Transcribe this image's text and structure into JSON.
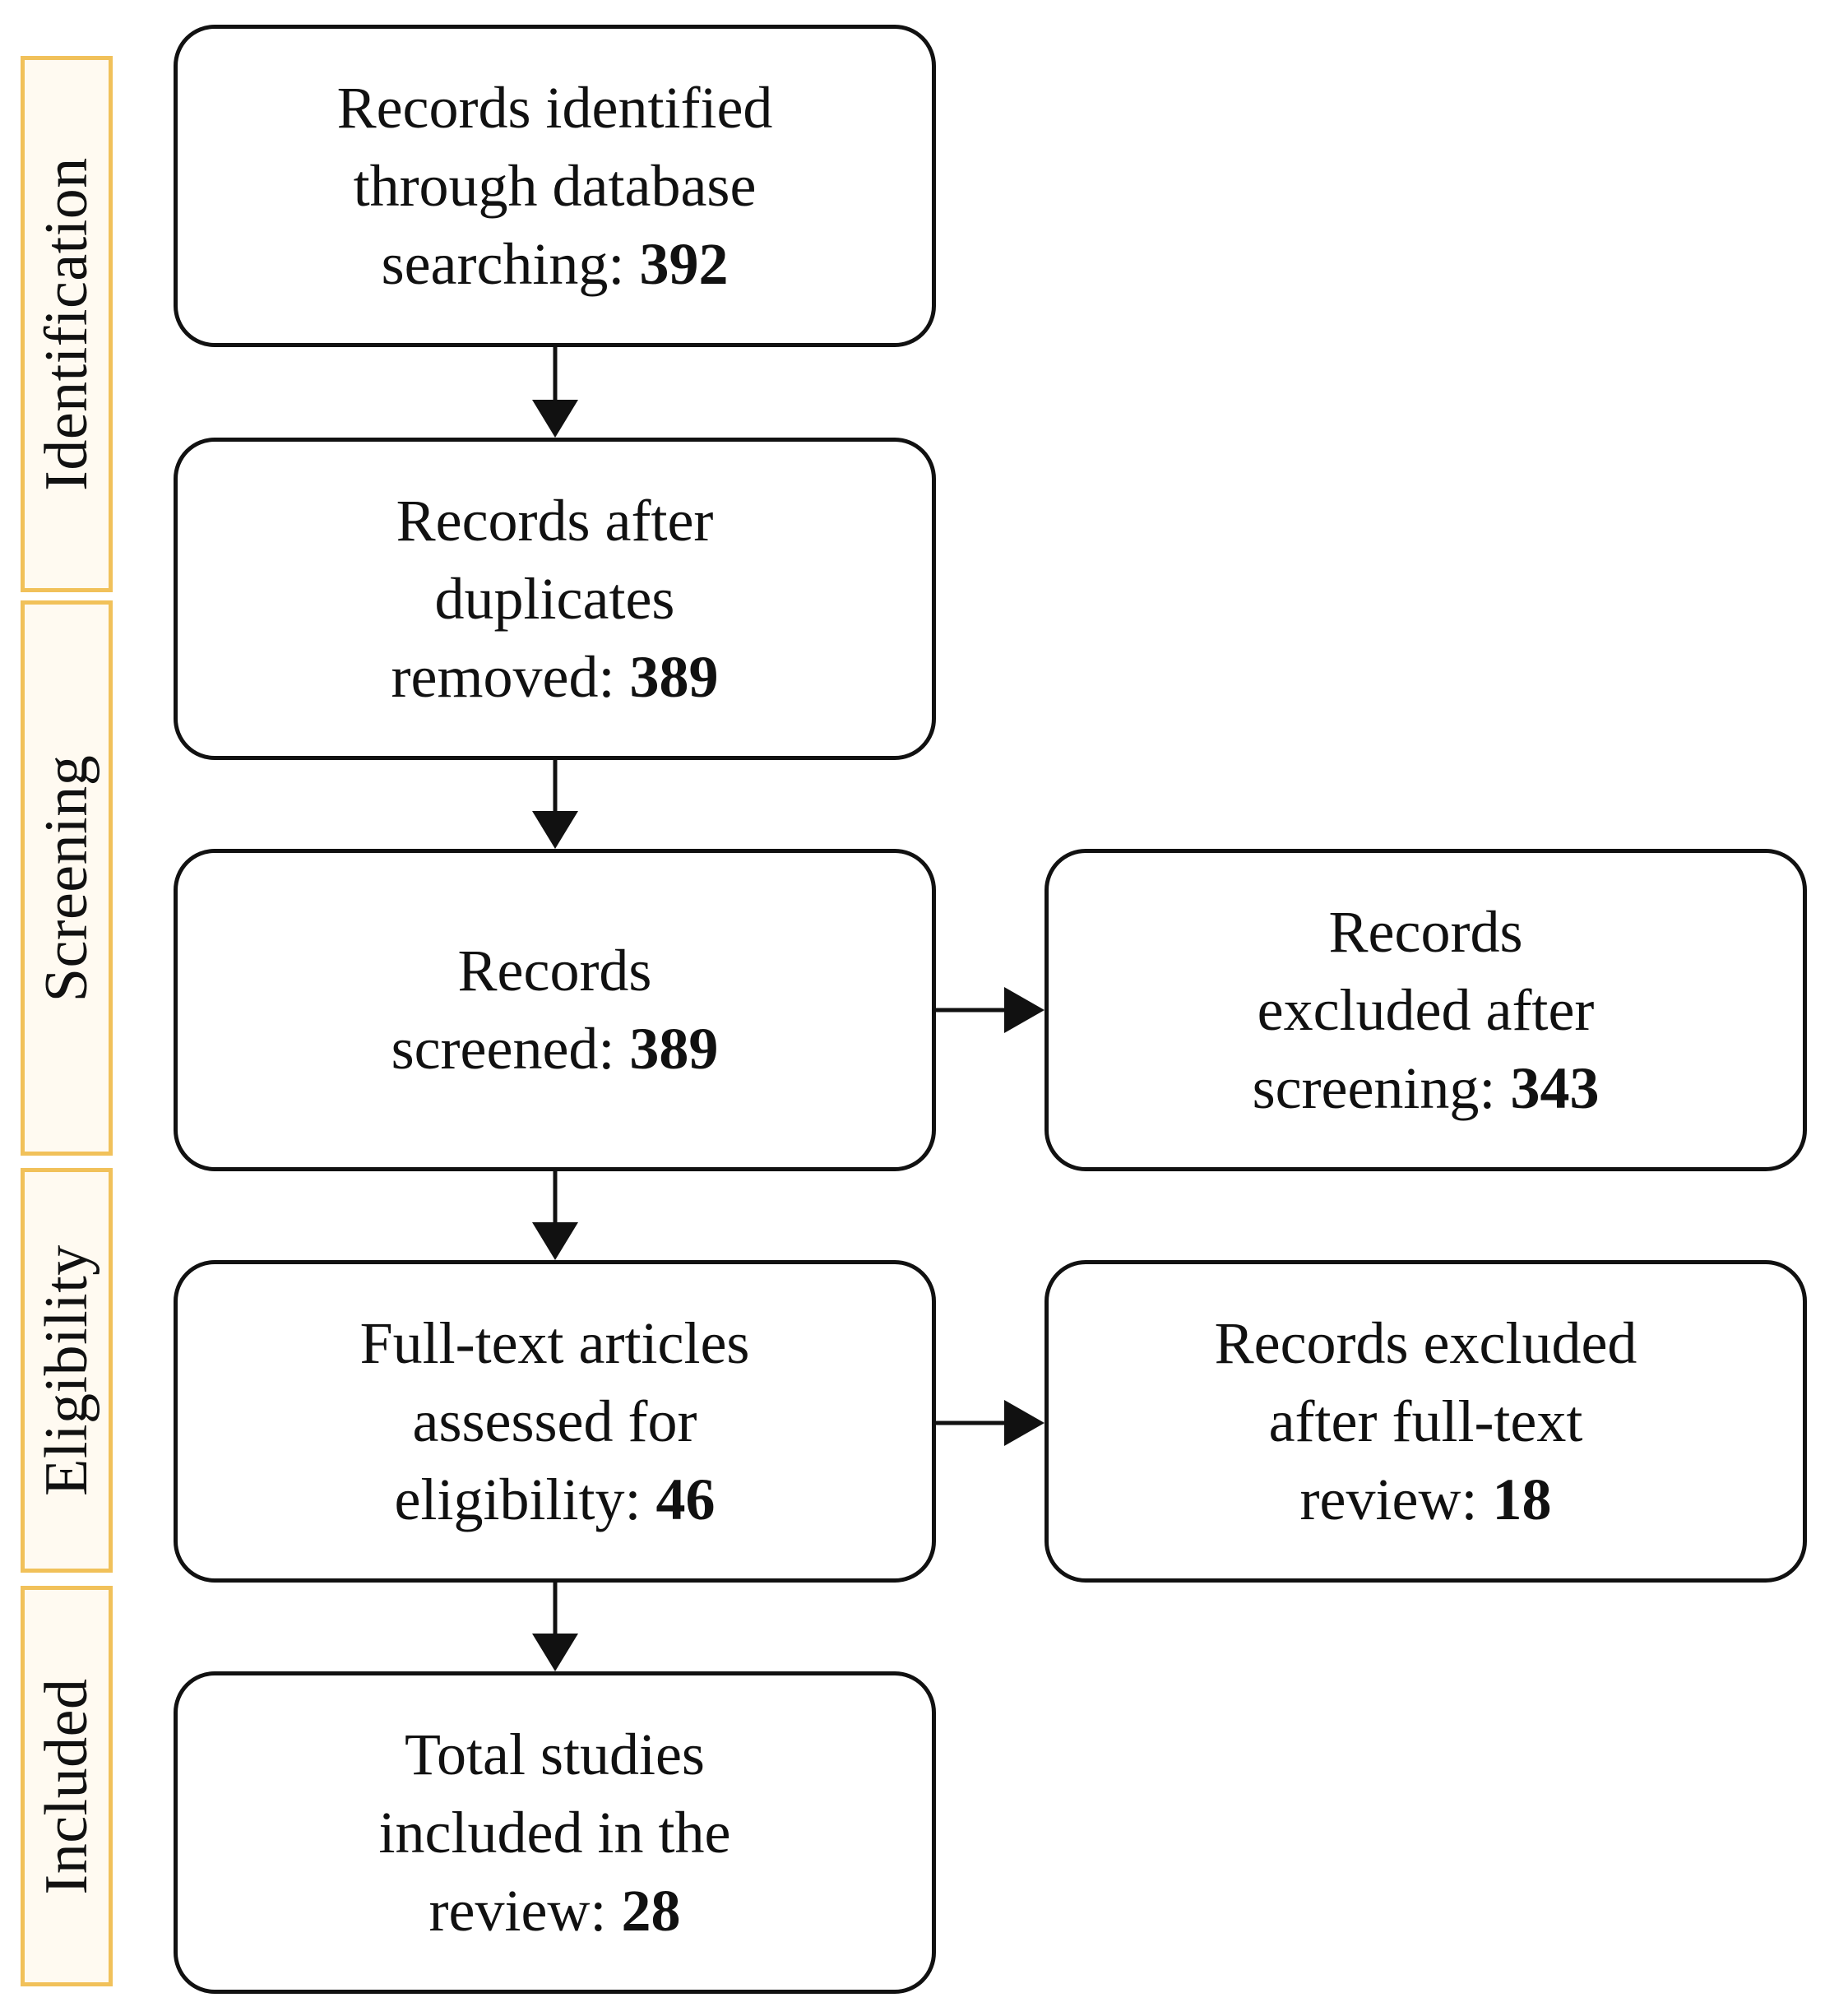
{
  "phases": [
    {
      "label": "Identification"
    },
    {
      "label": "Screening"
    },
    {
      "label": "Eligibility"
    },
    {
      "label": "Included"
    }
  ],
  "boxes": {
    "identified": {
      "lines": [
        "Records identified",
        "through database"
      ],
      "last_prefix": "searching: ",
      "count": "392"
    },
    "after_duplicates": {
      "lines": [
        "Records after",
        "duplicates"
      ],
      "last_prefix": "removed: ",
      "count": "389"
    },
    "screened": {
      "lines": [
        "Records"
      ],
      "last_prefix": "screened: ",
      "count": "389"
    },
    "excluded_screening": {
      "lines": [
        "Records",
        "excluded after"
      ],
      "last_prefix": "screening: ",
      "count": "343"
    },
    "full_text": {
      "lines": [
        "Full-text articles",
        "assessed for"
      ],
      "last_prefix": "eligibility: ",
      "count": "46"
    },
    "excluded_full_text": {
      "lines": [
        "Records excluded",
        "after full-text"
      ],
      "last_prefix": "review: ",
      "count": "18"
    },
    "included": {
      "lines": [
        "Total studies",
        "included in the"
      ],
      "last_prefix": "review: ",
      "count": "28"
    }
  },
  "colors": {
    "phase_border": "#f1c15a",
    "phase_fill": "#fffaf1",
    "box_border": "#111111",
    "arrow": "#111111"
  }
}
